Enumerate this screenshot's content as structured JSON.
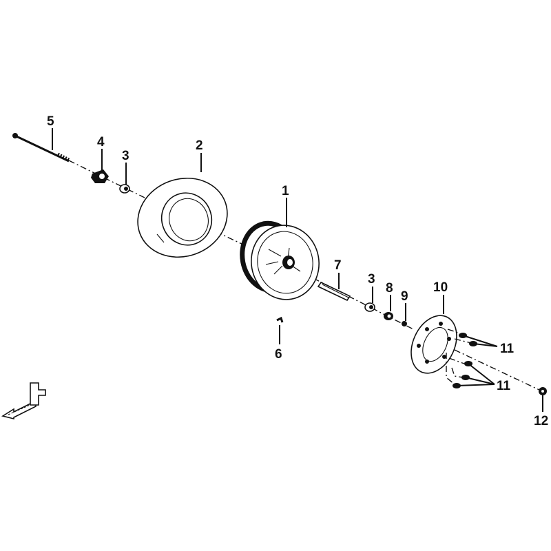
{
  "diagram": {
    "callouts": [
      "1",
      "2",
      "3",
      "4",
      "5",
      "6",
      "7",
      "3",
      "8",
      "9",
      "10",
      "11",
      "11",
      "12"
    ],
    "front_marker": "F"
  }
}
